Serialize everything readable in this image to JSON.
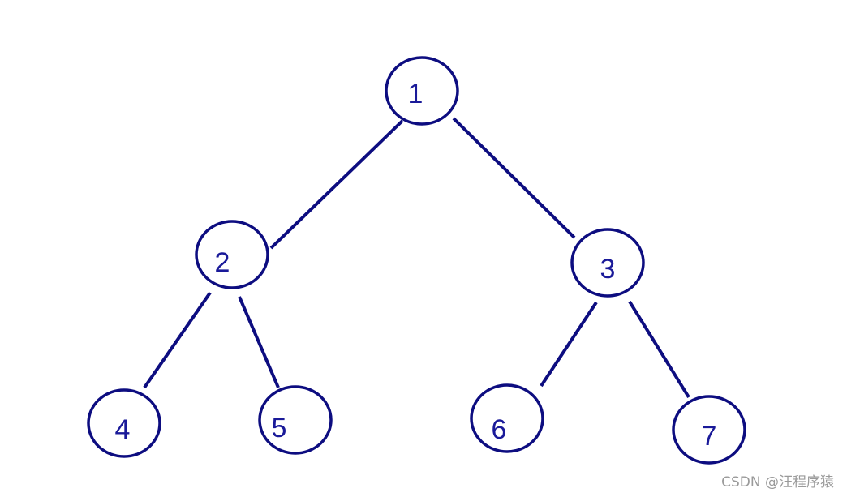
{
  "diagram": {
    "type": "binary-tree",
    "colors": {
      "stroke": "#0d0d80",
      "label": "#1a1a99",
      "background": "#ffffff"
    },
    "nodes": [
      {
        "id": "n1",
        "label": "1"
      },
      {
        "id": "n2",
        "label": "2"
      },
      {
        "id": "n3",
        "label": "3"
      },
      {
        "id": "n4",
        "label": "4"
      },
      {
        "id": "n5",
        "label": "5"
      },
      {
        "id": "n6",
        "label": "6"
      },
      {
        "id": "n7",
        "label": "7"
      }
    ],
    "edges": [
      {
        "from": "n1",
        "to": "n2"
      },
      {
        "from": "n1",
        "to": "n3"
      },
      {
        "from": "n2",
        "to": "n4"
      },
      {
        "from": "n2",
        "to": "n5"
      },
      {
        "from": "n3",
        "to": "n6"
      },
      {
        "from": "n3",
        "to": "n7"
      }
    ]
  },
  "watermark": {
    "text": "CSDN @汪程序猿"
  }
}
